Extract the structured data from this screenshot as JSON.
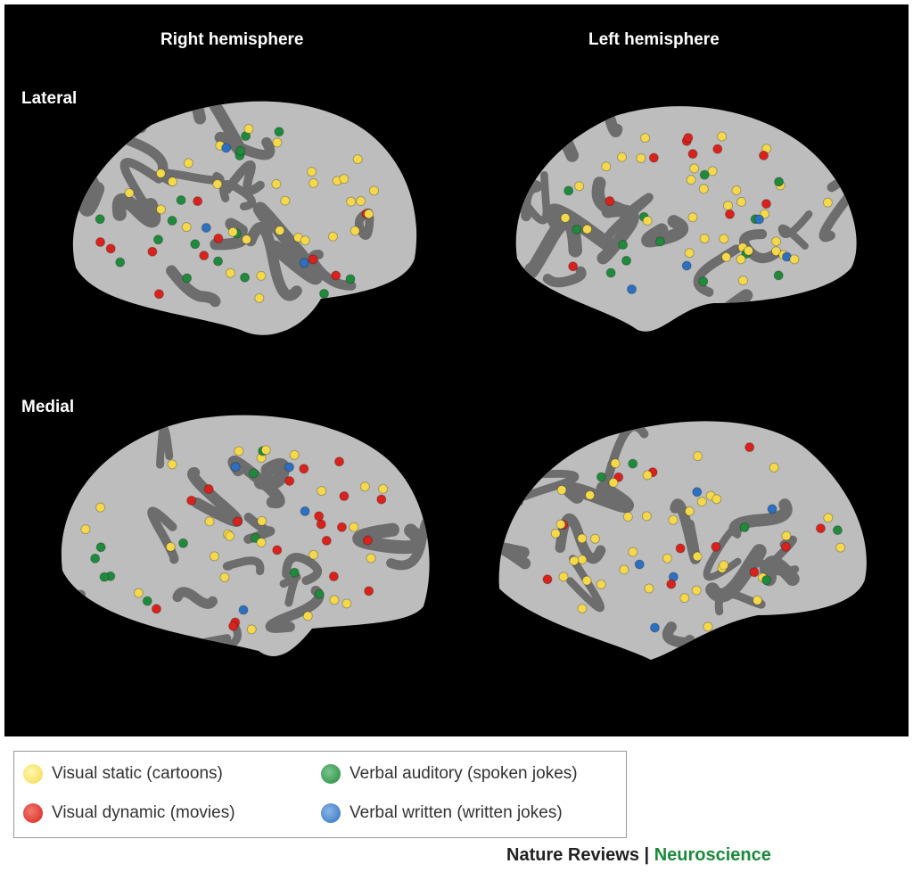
{
  "headers": {
    "right": "Right hemisphere",
    "left": "Left hemisphere"
  },
  "rows": {
    "lateral": "Lateral",
    "medial": "Medial"
  },
  "legend": [
    {
      "label": "Visual static (cartoons)",
      "color": "#f5d94a"
    },
    {
      "label": "Verbal auditory (spoken jokes)",
      "color": "#1f8a3c"
    },
    {
      "label": "Visual dynamic (movies)",
      "color": "#d9221c"
    },
    {
      "label": "Verbal written (written jokes)",
      "color": "#2d6fc0"
    }
  ],
  "credit": {
    "journal": "Nature Reviews",
    "separator": " | ",
    "section": "Neuroscience"
  }
}
